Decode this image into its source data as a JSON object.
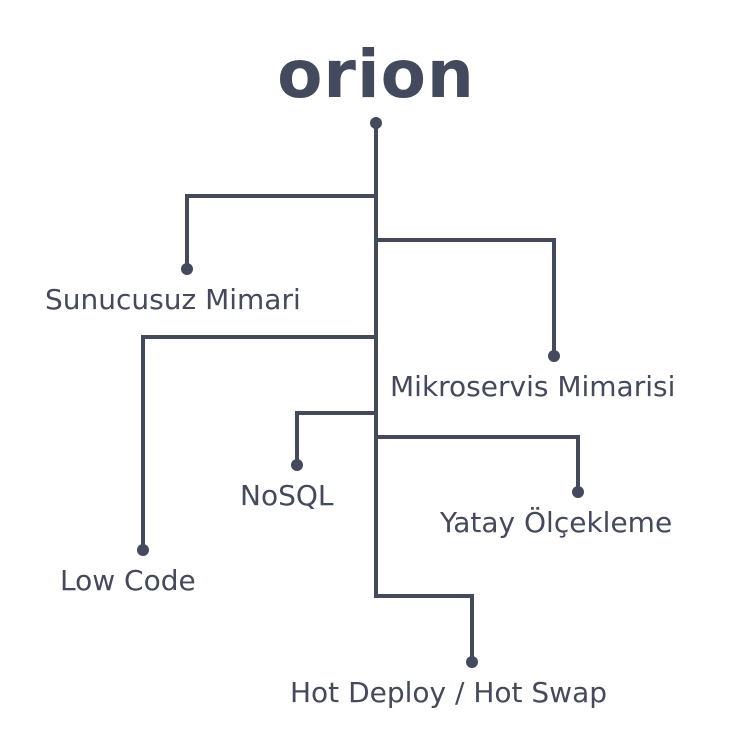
{
  "diagram": {
    "title": "orion",
    "color": "#434a5e",
    "nodes": {
      "sunucusuz_mimari": "Sunucusuz Mimari",
      "mikroservis_mimarisi": "Mikroservis Mimarisi",
      "low_code": "Low Code",
      "nosql": "NoSQL",
      "yatay_olcekleme": "Yatay Ölçekleme",
      "hot_deploy": "Hot Deploy / Hot Swap"
    }
  }
}
